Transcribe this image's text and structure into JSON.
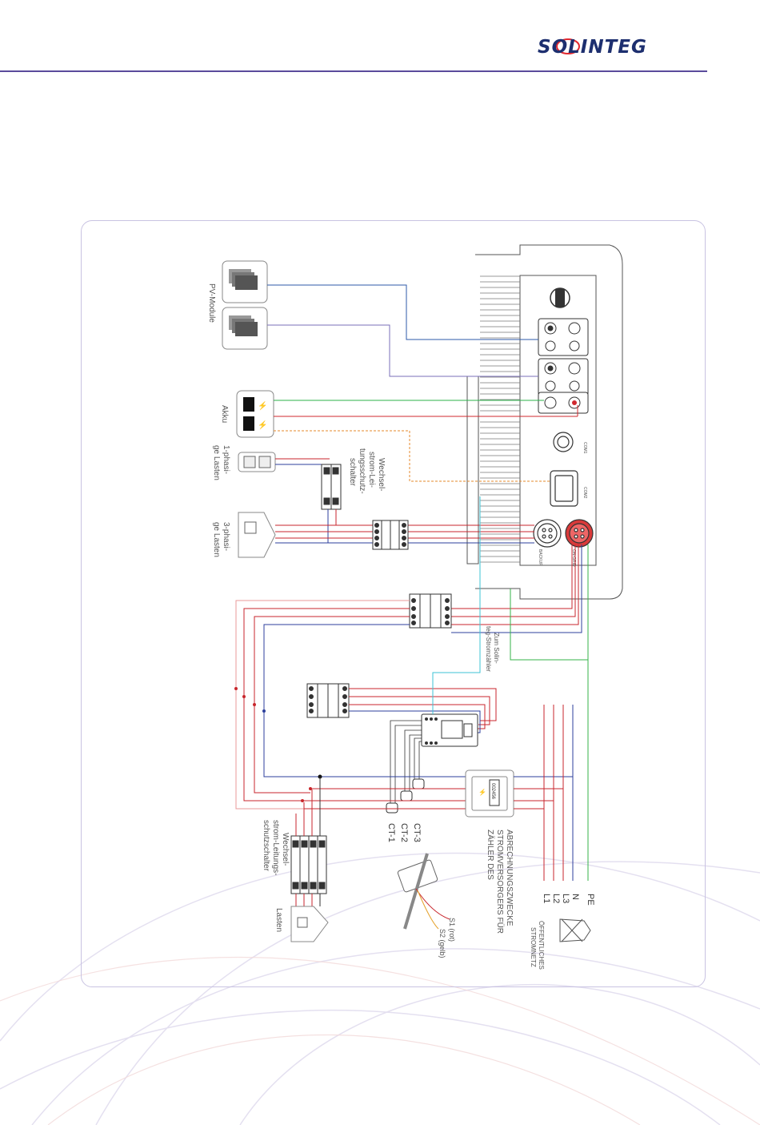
{
  "header": {
    "brand": "SOLINTEG",
    "brand_color": "#1d2f6f",
    "rule_color": "#5a4b9c"
  },
  "diagram": {
    "labels": {
      "pv_modules": "PV-Module",
      "battery": "Akku",
      "single_phase_loads_1": "1-phasi-",
      "single_phase_loads_2": "ge Lasten",
      "three_phase_loads_1": "3-phasi-",
      "three_phase_loads_2": "ge Lasten",
      "ac_breaker_1": "Wechsel-",
      "ac_breaker_2": "strom-Lei-",
      "ac_breaker_3": "tungsschutz-",
      "ac_breaker_4": "schalter",
      "meter_note_1": "Zum Solin-",
      "meter_note_2": "teg-Stromzähler",
      "ct1": "CT-1",
      "ct2": "CT-2",
      "ct3": "CT-3",
      "utility_meter_1": "ZÄHLER DES",
      "utility_meter_2": "STROMVERSORGERS FÜR",
      "utility_meter_3": "ABRECHNUNGSZWECKE",
      "meter_display": "002456",
      "grid_1": "ÖFFENTLICHES",
      "grid_2": "STROMNETZ",
      "pe": "PE",
      "n": "N",
      "l3": "L3",
      "l2": "L2",
      "l1": "L1",
      "s1": "S1 (rot)",
      "s2": "S2 (gelb)",
      "loads_breaker_1": "Wechsel-",
      "loads_breaker_2": "strom-Leitungs-",
      "loads_breaker_3": "schutzschalter",
      "loads": "Lasten",
      "port_backup": "BACKUP",
      "port_ongrid": "ON-GRID",
      "port_com1": "COM1",
      "port_com2": "COM2"
    },
    "colors": {
      "pv_wire": "#2d5aa8",
      "pv_wire2": "#7a6fb8",
      "battery_pos": "#d0282e",
      "battery_neg": "#2bb24a",
      "comm_dashed": "#e58a2b",
      "meter_comm": "#3cc3d6",
      "phase_red": "#c8262c",
      "neutral_blue": "#2c3f9c",
      "earth_green": "#35b34a",
      "light_red": "#e89a9a"
    }
  }
}
